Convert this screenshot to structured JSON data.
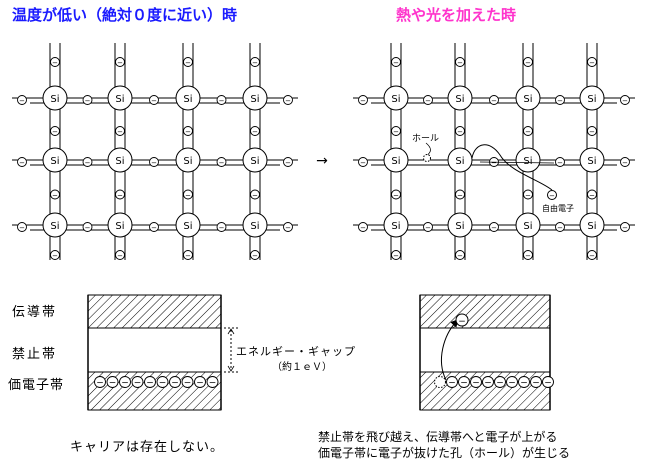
{
  "left_panel": {
    "title": "温度が低い（絶対０度に近い）時",
    "title_color": "#1a1aff",
    "caption": "キャリアは存在しない。"
  },
  "right_panel": {
    "title": "熱や光を加えた時",
    "title_color": "#ff33cc",
    "hole_label": "ホール",
    "free_electron_label": "自由電子",
    "caption_lines": [
      "禁止帯を飛び越え、伝導帯へと電子が上がる",
      "価電子帯に電子が抜けた孔（ホール）が生じる"
    ]
  },
  "atom_label": "Si",
  "electron_symbol": "−",
  "arrow_symbol": "→",
  "band_labels": {
    "conduction": "伝導帯",
    "forbidden": "禁止帯",
    "valence": "価電子帯"
  },
  "energy_gap": {
    "label": "エネルギー・ギャップ",
    "value": "（約１ｅＶ）"
  }
}
